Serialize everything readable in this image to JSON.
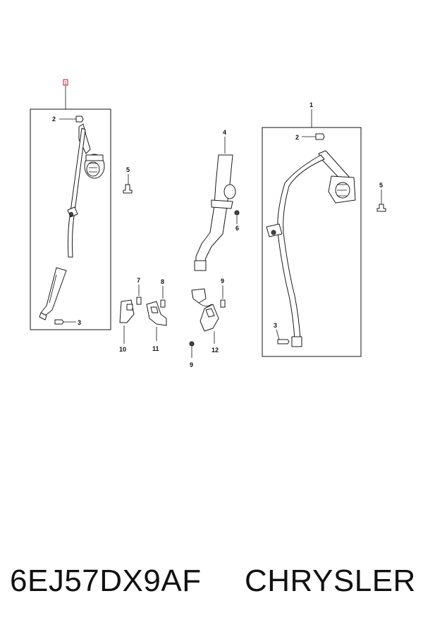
{
  "diagram": {
    "callouts": {
      "c1_left": "1",
      "c1_right": "1",
      "c2_left": "2",
      "c2_right": "2",
      "c3_left": "3",
      "c3_right": "3",
      "c4": "4",
      "c5_left": "5",
      "c5_right": "5",
      "c6": "6",
      "c7": "7",
      "c8": "8",
      "c9_top": "9",
      "c9_bottom": "9",
      "c10": "10",
      "c11": "11",
      "c12": "12"
    }
  },
  "footer": {
    "part_number": "6EJ57DX9AF",
    "brand": "CHRYSLER"
  },
  "colors": {
    "highlight": "#c0192f",
    "line": "#111111"
  }
}
